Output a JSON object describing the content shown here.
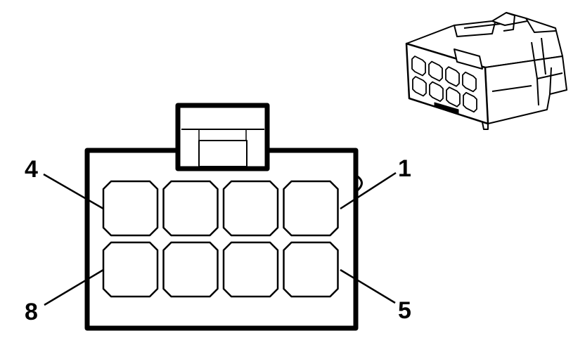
{
  "diagram": {
    "pin_labels": {
      "top_left": "4",
      "top_right": "1",
      "bottom_left": "8",
      "bottom_right": "5"
    },
    "cavity_rows": 2,
    "cavity_columns": 4,
    "colors": {
      "line": "#000000",
      "background": "#ffffff"
    }
  }
}
